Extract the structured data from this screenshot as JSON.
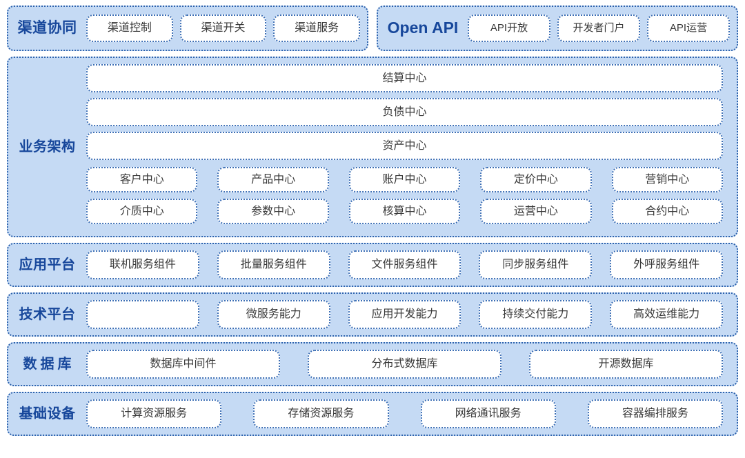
{
  "theme": {
    "panel_fill": "#c5daf4",
    "panel_border": "#2e63ad",
    "chip_fill": "#ffffff",
    "chip_border": "#3d6fb5",
    "label_color": "#17479b",
    "chip_text_color": "#383838",
    "page_background": "#ffffff"
  },
  "layers": {
    "channel": {
      "label": "渠道协同",
      "items": [
        {
          "label": "渠道控制"
        },
        {
          "label": "渠道开关"
        },
        {
          "label": "渠道服务"
        }
      ]
    },
    "open_api": {
      "label": "Open API",
      "items": [
        {
          "label": "API开放"
        },
        {
          "label": "开发者门户"
        },
        {
          "label": "API运营"
        }
      ]
    },
    "business": {
      "label": "业务架构",
      "wide_items": [
        {
          "label": "结算中心"
        },
        {
          "label": "负债中心"
        },
        {
          "label": "资产中心"
        }
      ],
      "grid_items": [
        {
          "label": "客户中心"
        },
        {
          "label": "产品中心"
        },
        {
          "label": "账户中心"
        },
        {
          "label": "定价中心"
        },
        {
          "label": "营销中心"
        },
        {
          "label": "介质中心"
        },
        {
          "label": "参数中心"
        },
        {
          "label": "核算中心"
        },
        {
          "label": "运营中心"
        },
        {
          "label": "合约中心"
        }
      ]
    },
    "application_platform": {
      "label": "应用平台",
      "items": [
        {
          "label": "联机服务组件"
        },
        {
          "label": "批量服务组件"
        },
        {
          "label": "文件服务组件"
        },
        {
          "label": "同步服务组件"
        },
        {
          "label": "外呼服务组件"
        }
      ]
    },
    "technical_platform": {
      "label": "技术平台",
      "items": [
        {
          "label": ""
        },
        {
          "label": "微服务能力"
        },
        {
          "label": "应用开发能力"
        },
        {
          "label": "持续交付能力"
        },
        {
          "label": "高效运维能力"
        }
      ]
    },
    "database": {
      "label": "数据库",
      "items": [
        {
          "label": "数据库中间件"
        },
        {
          "label": "分布式数据库"
        },
        {
          "label": "开源数据库"
        }
      ]
    },
    "infrastructure": {
      "label": "基础设备",
      "items": [
        {
          "label": "计算资源服务"
        },
        {
          "label": "存储资源服务"
        },
        {
          "label": "网络通讯服务"
        },
        {
          "label": "容器编排服务"
        }
      ]
    }
  }
}
